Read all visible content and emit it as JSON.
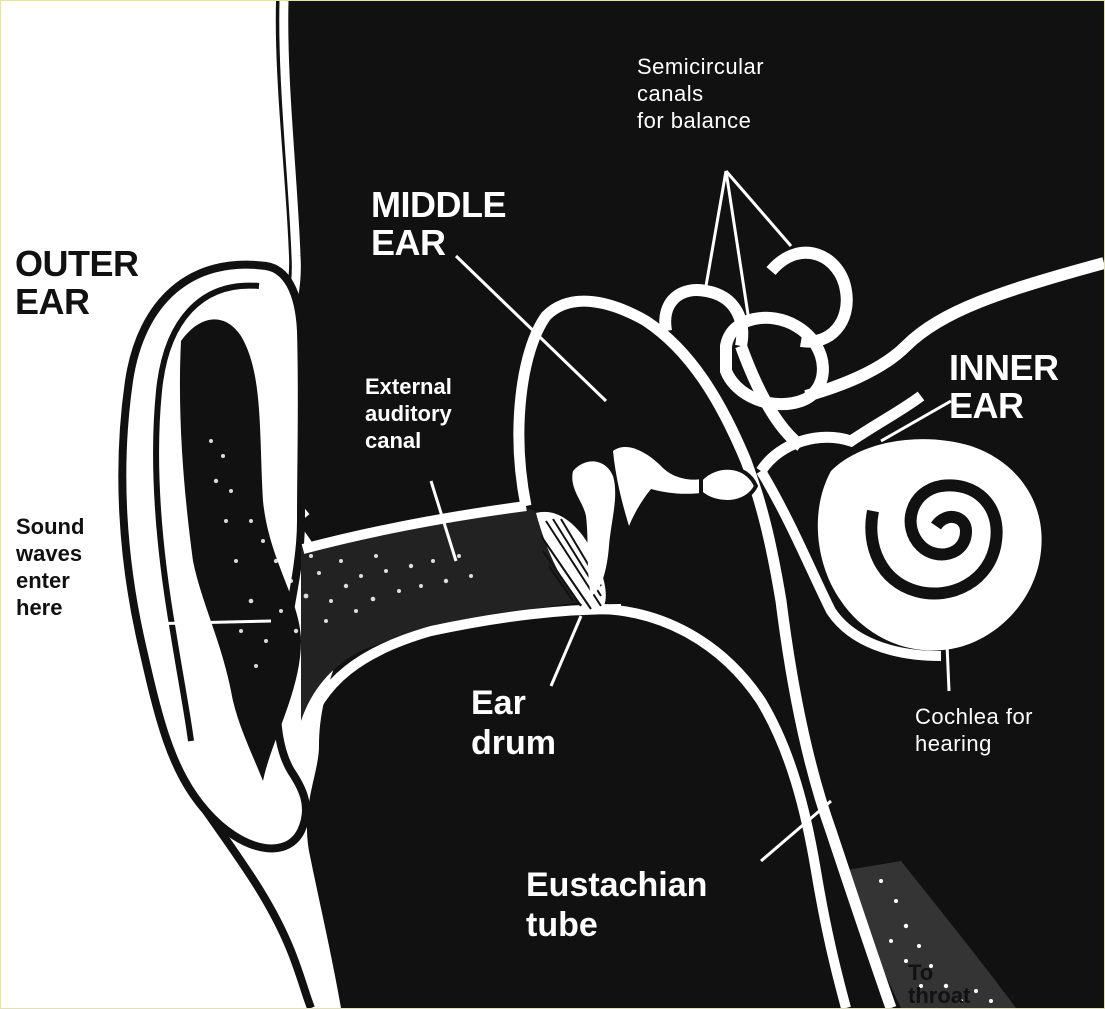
{
  "labels": {
    "outer_ear": "OUTER\nEAR",
    "middle_ear": "MIDDLE\nEAR",
    "inner_ear": "INNER\nEAR",
    "semicircular_canals": "Semicircular\ncanals\nfor balance",
    "external_auditory_canal": "External\nauditory\ncanal",
    "sound_waves": "Sound\nwaves\nenter\nhere",
    "ear_drum": "Ear\ndrum",
    "cochlea": "Cochlea for\nhearing",
    "eustachian_tube": "Eustachian\ntube",
    "to_throat": "To\nthroat"
  },
  "colors": {
    "ink": "#111111",
    "paper": "#ffffff",
    "border": "#e3e0b4"
  }
}
